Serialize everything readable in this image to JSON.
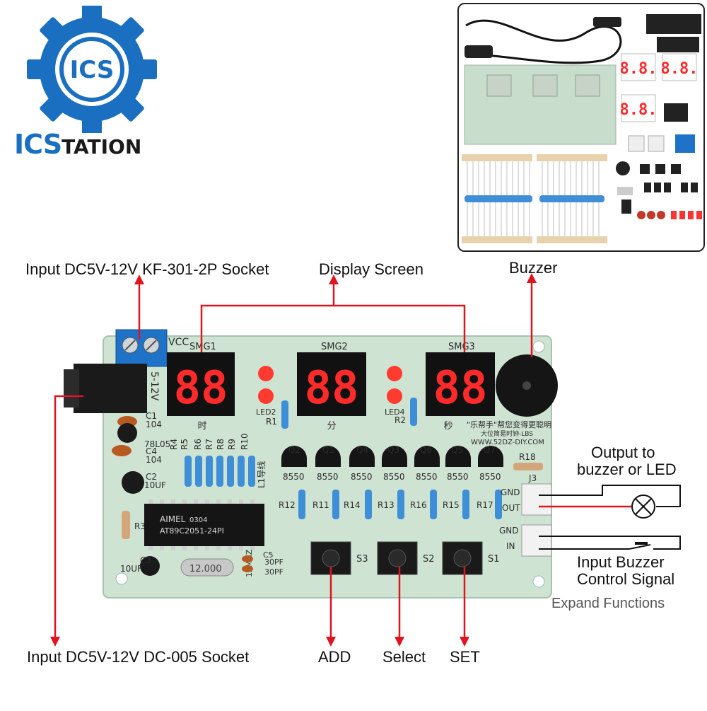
{
  "brand": {
    "logo_monogram": "ICS",
    "name_part1": "ICS",
    "name_part2": "TATION",
    "colors": {
      "blue": "#1a6fc0",
      "dark": "#1a1a1a"
    }
  },
  "callouts": {
    "kf301_socket": "Input DC5V-12V KF-301-2P Socket",
    "display_screen": "Display Screen",
    "buzzer": "Buzzer",
    "output": "Output to\nbuzzer or LED",
    "output_line1": "Output to",
    "output_line2": "buzzer or LED",
    "input_signal_line1": "Input Buzzer",
    "input_signal_line2": "Control Signal",
    "expand": "Expand Functions",
    "dc005_socket": "Input DC5V-12V DC-005 Socket",
    "add": "ADD",
    "select": "Select",
    "set": "SET"
  },
  "pcb": {
    "displays": [
      "SMG1",
      "SMG2",
      "SMG3"
    ],
    "display_units": [
      "时",
      "分",
      "秒"
    ],
    "leds": [
      "LED2",
      "LED4"
    ],
    "transistors": [
      "Q2",
      "Q1",
      "Q4",
      "Q3",
      "Q6",
      "Q5",
      "Q7"
    ],
    "transistor_part": "8550",
    "resistors_top": [
      "R4",
      "R5",
      "R6",
      "R7",
      "R8",
      "R9",
      "R10"
    ],
    "resistors_mid": [
      "R12",
      "R11",
      "R14",
      "R13",
      "R16",
      "R15",
      "R17"
    ],
    "buttons": [
      "S3",
      "S2",
      "S1"
    ],
    "chip_brand": "AIMEL",
    "chip_model": "AT89C2051-24PI",
    "chip_code": "0304",
    "crystal": "12.000",
    "crystal_label": "12MHZ",
    "slogan": "\"乐帮手\"帮您变得更聪明",
    "subtitle": "大位简易时钟-LBS",
    "website": "WWW.52DZ-DIY.COM",
    "vcc": "VCC",
    "gnd": "GND",
    "out": "OUT",
    "in": "IN",
    "j3": "J3",
    "r18": "R18",
    "r1": "R1",
    "r2": "R2",
    "r3": "R3",
    "c1": "C1",
    "c1_val": "104",
    "c4": "C4",
    "c4_val": "104",
    "c2": "C2",
    "c2_val": "10UF",
    "c3": "C3",
    "c3_val": "10UF",
    "c5": "C5",
    "c5_val": "30PF",
    "c6_val": "30PF",
    "reg": "78L05",
    "volt": "5-12V",
    "l1": "L1导线"
  },
  "colors": {
    "arrow_red": "#e0141e",
    "pcb_green": "#cfe3d3",
    "terminal_blue": "#1e73c8",
    "segment_red": "#ff2a2a",
    "resistor_blue": "#3f8fd8"
  }
}
